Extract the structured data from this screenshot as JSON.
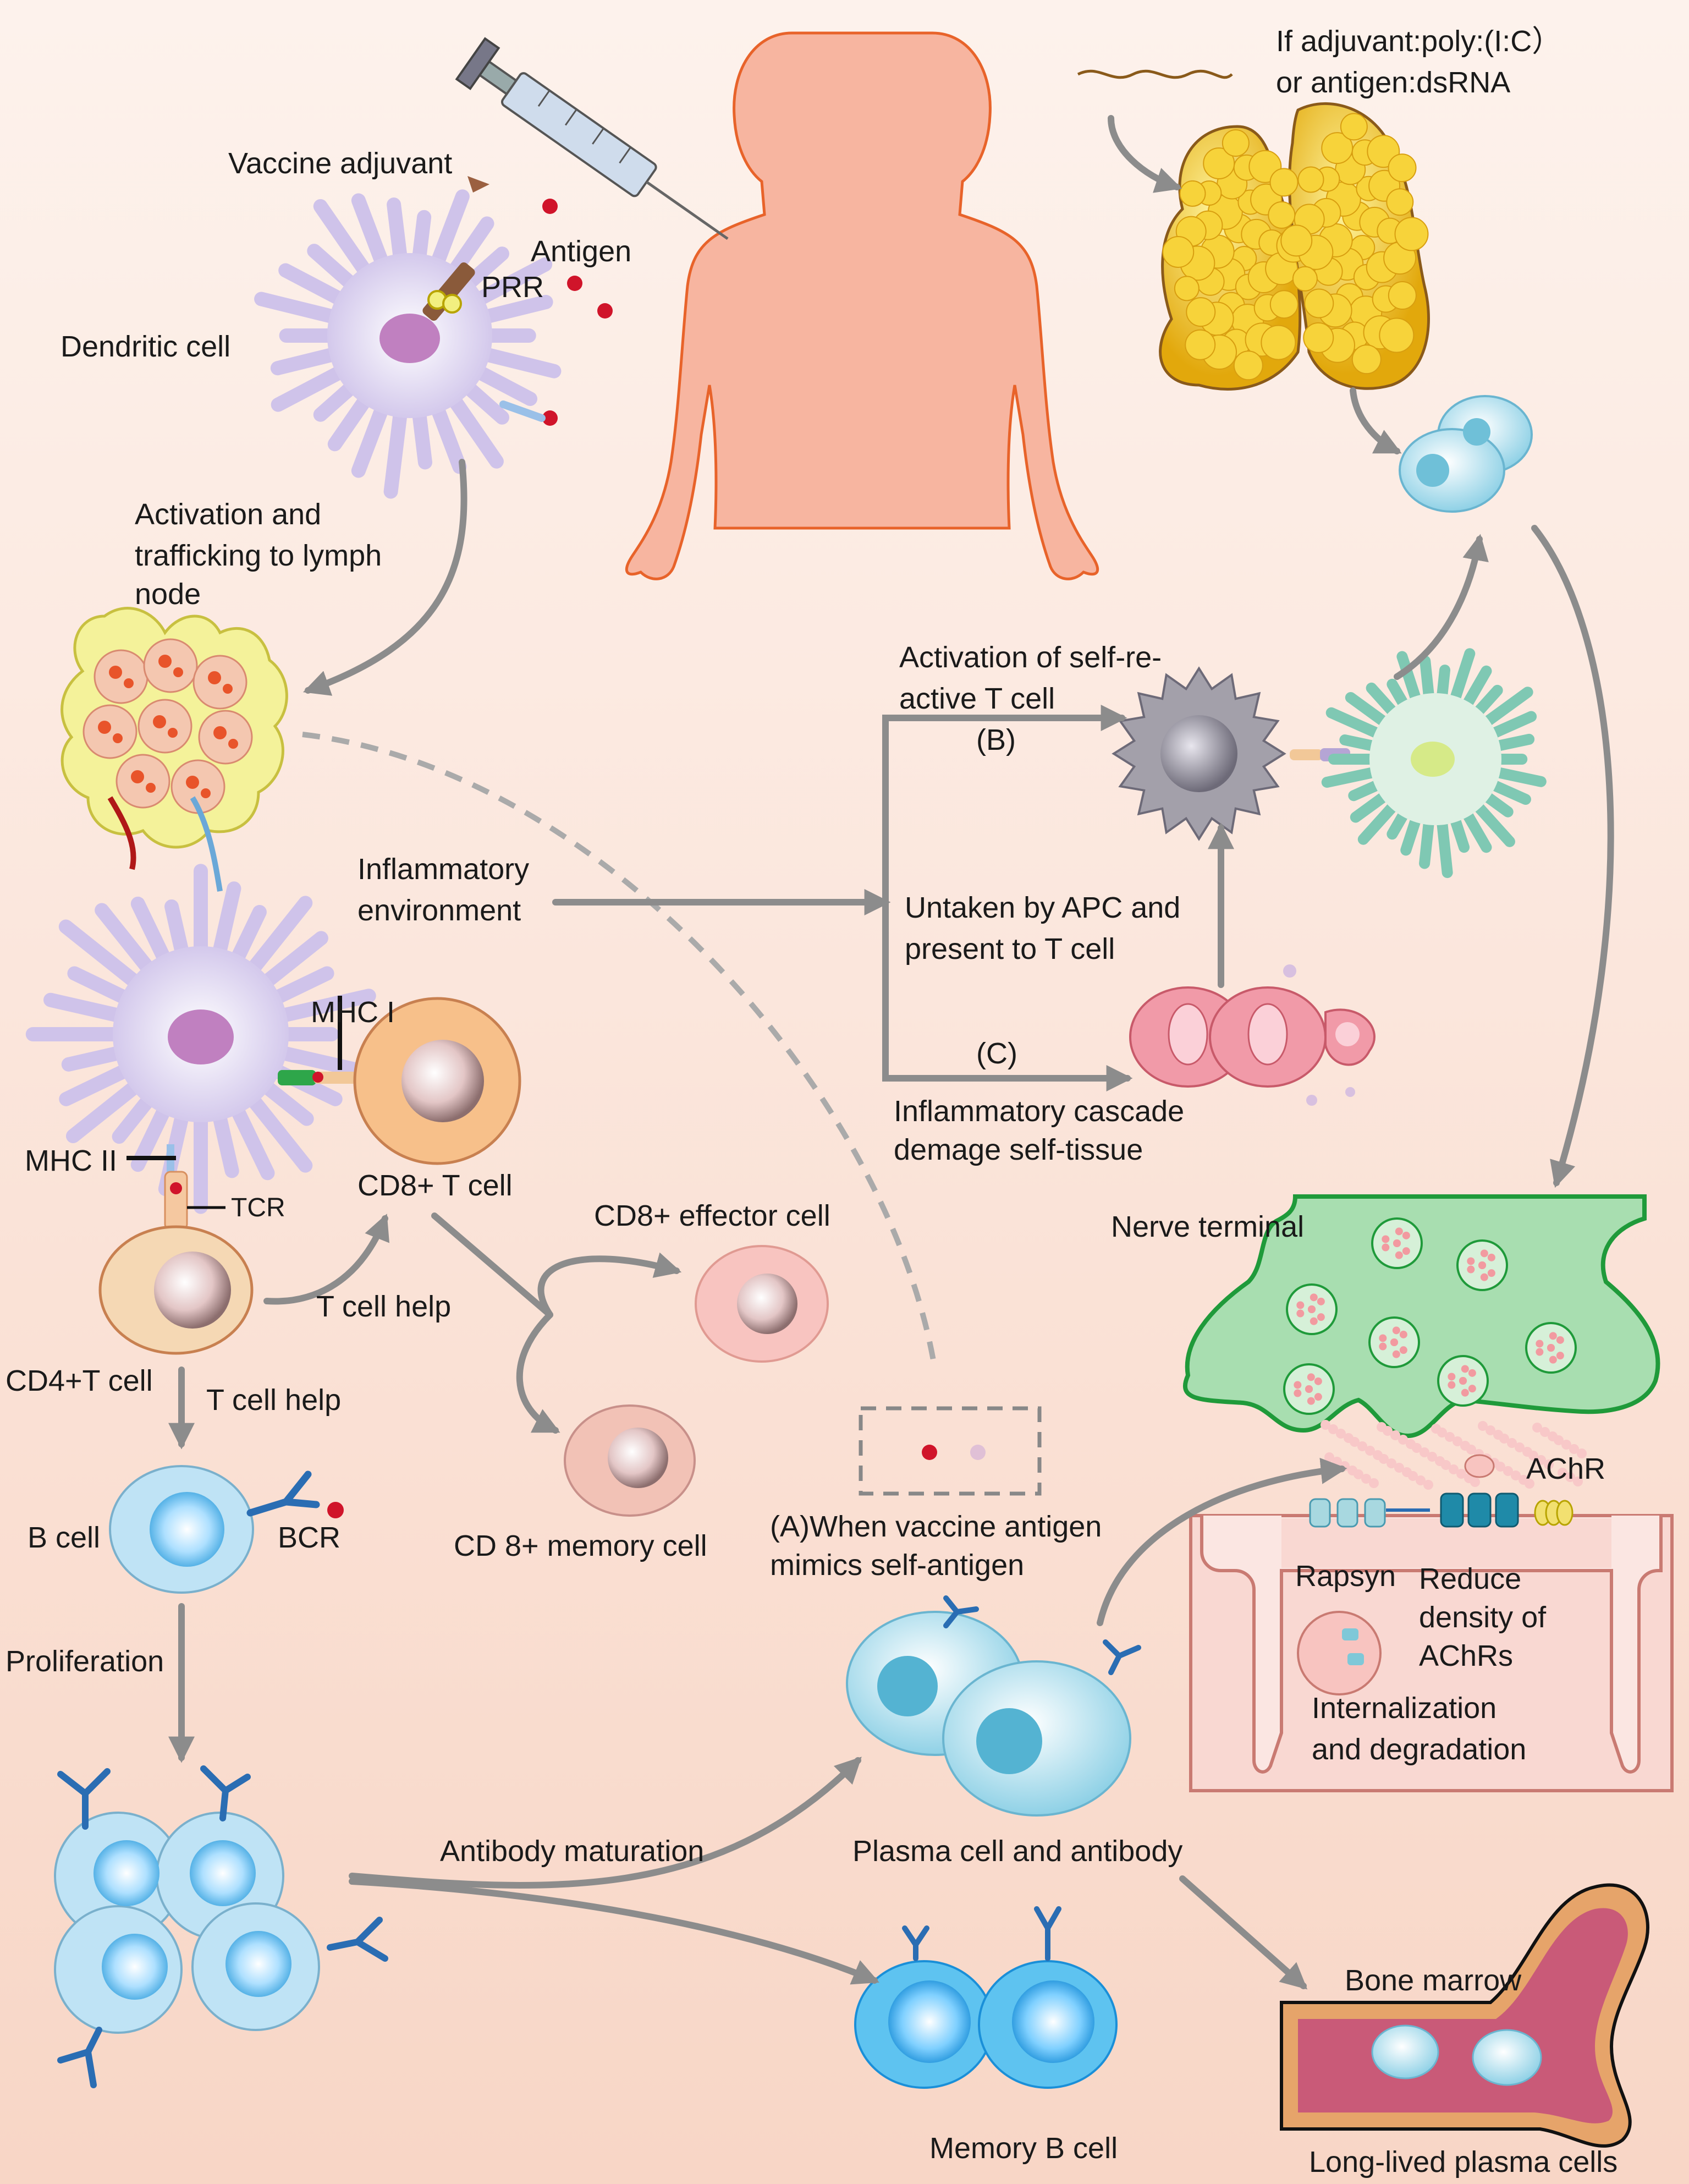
{
  "labels": {
    "vaccine_adjuvant": "Vaccine adjuvant",
    "antigen": "Antigen",
    "prr": "PRR",
    "dendritic_cell": "Dendritic cell",
    "if_adjuvant_line1": "If adjuvant:poly:(I:C）",
    "if_adjuvant_line2": "or antigen:dsRNA",
    "activation_line1": "Activation and",
    "activation_line2": "trafficking to lymph",
    "activation_line3": "node",
    "activation_self_line1": "Activation of self-re-",
    "activation_self_line2": "active T cell",
    "b_marker": "(B)",
    "inflammatory_line1": "Inflammatory",
    "inflammatory_line2": "environment",
    "untaken_line1": "Untaken by APC and",
    "untaken_line2": "present to T cell",
    "mhc_i": "MHC I",
    "mhc_ii": "MHC II",
    "tcr": "TCR",
    "c_marker": "(C)",
    "cascade_line1": "Inflammatory cascade",
    "cascade_line2": "demage self-tissue",
    "cd8_t_cell": "CD8+ T cell",
    "cd8_effector": "CD8+ effector cell",
    "nerve_terminal": "Nerve terminal",
    "t_cell_help_1": "T cell help",
    "cd4_t_cell": "CD4+T cell",
    "t_cell_help_2": "T cell help",
    "b_cell": "B cell",
    "bcr": "BCR",
    "cd8_memory": "CD 8+ memory cell",
    "mimic_line1": "(A)When vaccine antigen",
    "mimic_line2": "mimics self-antigen",
    "achr": "AChR",
    "rapsyn": "Rapsyn",
    "reduce_line1": "Reduce",
    "reduce_line2": "density of",
    "reduce_line3": "AChRs",
    "internal_line1": "Internalization",
    "internal_line2": "and degradation",
    "proliferation": "Proliferation",
    "antibody_maturation": "Antibody maturation",
    "plasma_cell": "Plasma cell and antibody",
    "bone_marrow": "Bone marrow",
    "memory_b_cell": "Memory B cell",
    "long_lived": "Long-lived plasma cells"
  },
  "colors": {
    "arrow": "#8c8c8c",
    "body": "#f7b5a0",
    "body_outline": "#e8632a",
    "dendritic": "#cfc3ea",
    "lymph_node": "#f4f29a",
    "antigen_dot": "#d0142a",
    "antibody": "#2a6db3",
    "b_cell": "#bfe3f5",
    "nerve": "#a8deb0",
    "nerve_outline": "#1f9a3a",
    "cleft": "#c97a72",
    "thymus": "#f1c21c",
    "apc_green": "#7fc8b3",
    "t_cell_gray": "#a3a0aa"
  }
}
